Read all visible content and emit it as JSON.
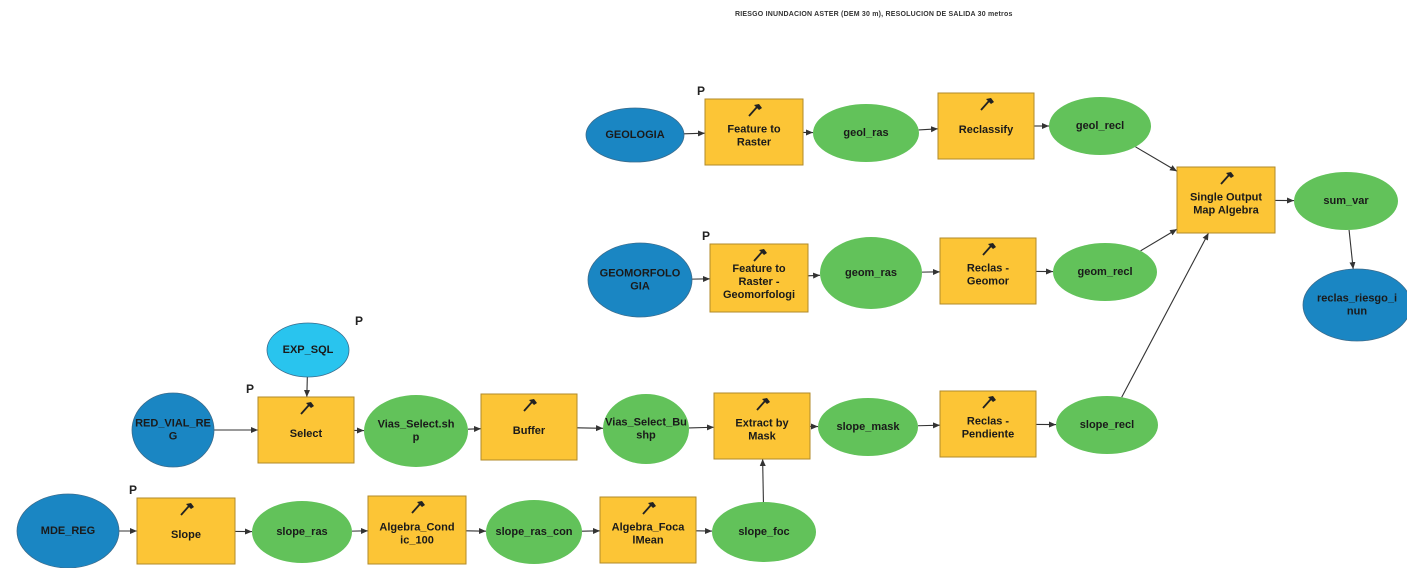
{
  "title": "RIESGO INUNDACION ASTER (DEM 30 m), RESOLUCION DE SALIDA 30 metros",
  "colors": {
    "input": "#1a86c3",
    "input_light": "#29c4ee",
    "tool": "#fcc536",
    "tool_border": "#b08a2a",
    "output": "#62c25a",
    "edge": "#333333"
  },
  "nodes": [
    {
      "id": "geologia",
      "kind": "input",
      "lines": [
        "GEOLOGIA"
      ],
      "param": false
    },
    {
      "id": "feature_to_raster",
      "kind": "tool",
      "lines": [
        "Feature to",
        "Raster"
      ],
      "param": true
    },
    {
      "id": "geol_ras",
      "kind": "output",
      "lines": [
        "geol_ras"
      ],
      "param": false
    },
    {
      "id": "reclassify",
      "kind": "tool",
      "lines": [
        "Reclassify"
      ],
      "param": false
    },
    {
      "id": "geol_recl",
      "kind": "output",
      "lines": [
        "geol_recl"
      ],
      "param": false
    },
    {
      "id": "geomorfologia",
      "kind": "input",
      "lines": [
        "GEOMORFOLO",
        "GIA"
      ],
      "param": false
    },
    {
      "id": "feature_to_raster_geomorfologi",
      "kind": "tool",
      "lines": [
        "Feature to",
        "Raster -",
        "Geomorfologi"
      ],
      "param": true
    },
    {
      "id": "geom_ras",
      "kind": "output",
      "lines": [
        "geom_ras"
      ],
      "param": false
    },
    {
      "id": "reclas_geomor",
      "kind": "tool",
      "lines": [
        "Reclas -",
        "Geomor"
      ],
      "param": false
    },
    {
      "id": "geom_recl",
      "kind": "output",
      "lines": [
        "geom_recl"
      ],
      "param": false
    },
    {
      "id": "single_output_map_algebra",
      "kind": "tool",
      "lines": [
        "Single Output",
        "Map Algebra"
      ],
      "param": false
    },
    {
      "id": "sum_var",
      "kind": "output",
      "lines": [
        "sum_var"
      ],
      "param": false
    },
    {
      "id": "reclas_riesgo",
      "kind": "input",
      "lines": [
        "reclas_riesgo_i",
        "nun"
      ],
      "param": false
    },
    {
      "id": "exp_sql",
      "kind": "input_light",
      "lines": [
        "EXP_SQL"
      ],
      "param": true
    },
    {
      "id": "red_vial_reg",
      "kind": "input",
      "lines": [
        "RED_VIAL_RE",
        "G"
      ],
      "param": false
    },
    {
      "id": "select",
      "kind": "tool",
      "lines": [
        "Select"
      ],
      "param": true
    },
    {
      "id": "vias_select_shp",
      "kind": "output",
      "lines": [
        "Vias_Select.sh",
        "p"
      ],
      "param": false
    },
    {
      "id": "buffer",
      "kind": "tool",
      "lines": [
        "Buffer"
      ],
      "param": false
    },
    {
      "id": "vias_select_bu_shp",
      "kind": "output",
      "lines": [
        "Vias_Select_Bu",
        "shp"
      ],
      "param": false
    },
    {
      "id": "extract_by_mask",
      "kind": "tool",
      "lines": [
        "Extract by",
        "Mask"
      ],
      "param": false
    },
    {
      "id": "slope_mask",
      "kind": "output",
      "lines": [
        "slope_mask"
      ],
      "param": false
    },
    {
      "id": "reclas_pendiente",
      "kind": "tool",
      "lines": [
        "Reclas -",
        "Pendiente"
      ],
      "param": false
    },
    {
      "id": "slope_recl",
      "kind": "output",
      "lines": [
        "slope_recl"
      ],
      "param": false
    },
    {
      "id": "mde_reg",
      "kind": "input",
      "lines": [
        "MDE_REG"
      ],
      "param": false
    },
    {
      "id": "slope",
      "kind": "tool",
      "lines": [
        "Slope"
      ],
      "param": true
    },
    {
      "id": "slope_ras",
      "kind": "output",
      "lines": [
        "slope_ras"
      ],
      "param": false
    },
    {
      "id": "algebra_condic_100",
      "kind": "tool",
      "lines": [
        "Algebra_Cond",
        "ic_100"
      ],
      "param": false
    },
    {
      "id": "slope_ras_con",
      "kind": "output",
      "lines": [
        "slope_ras_con"
      ],
      "param": false
    },
    {
      "id": "algebra_focalmean",
      "kind": "tool",
      "lines": [
        "Algebra_Foca",
        "lMean"
      ],
      "param": false
    },
    {
      "id": "slope_foc",
      "kind": "output",
      "lines": [
        "slope_foc"
      ],
      "param": false
    }
  ],
  "edges": [
    [
      "geologia",
      "feature_to_raster"
    ],
    [
      "feature_to_raster",
      "geol_ras"
    ],
    [
      "geol_ras",
      "reclassify"
    ],
    [
      "reclassify",
      "geol_recl"
    ],
    [
      "geol_recl",
      "single_output_map_algebra"
    ],
    [
      "geomorfologia",
      "feature_to_raster_geomorfologi"
    ],
    [
      "feature_to_raster_geomorfologi",
      "geom_ras"
    ],
    [
      "geom_ras",
      "reclas_geomor"
    ],
    [
      "reclas_geomor",
      "geom_recl"
    ],
    [
      "geom_recl",
      "single_output_map_algebra"
    ],
    [
      "slope_recl",
      "single_output_map_algebra"
    ],
    [
      "single_output_map_algebra",
      "sum_var"
    ],
    [
      "sum_var",
      "reclas_riesgo"
    ],
    [
      "exp_sql",
      "select"
    ],
    [
      "red_vial_reg",
      "select"
    ],
    [
      "select",
      "vias_select_shp"
    ],
    [
      "vias_select_shp",
      "buffer"
    ],
    [
      "buffer",
      "vias_select_bu_shp"
    ],
    [
      "vias_select_bu_shp",
      "extract_by_mask"
    ],
    [
      "extract_by_mask",
      "slope_mask"
    ],
    [
      "slope_mask",
      "reclas_pendiente"
    ],
    [
      "reclas_pendiente",
      "slope_recl"
    ],
    [
      "mde_reg",
      "slope"
    ],
    [
      "slope",
      "slope_ras"
    ],
    [
      "slope_ras",
      "algebra_condic_100"
    ],
    [
      "algebra_condic_100",
      "slope_ras_con"
    ],
    [
      "slope_ras_con",
      "algebra_focalmean"
    ],
    [
      "algebra_focalmean",
      "slope_foc"
    ],
    [
      "slope_foc",
      "extract_by_mask"
    ]
  ],
  "param_marker": "P"
}
